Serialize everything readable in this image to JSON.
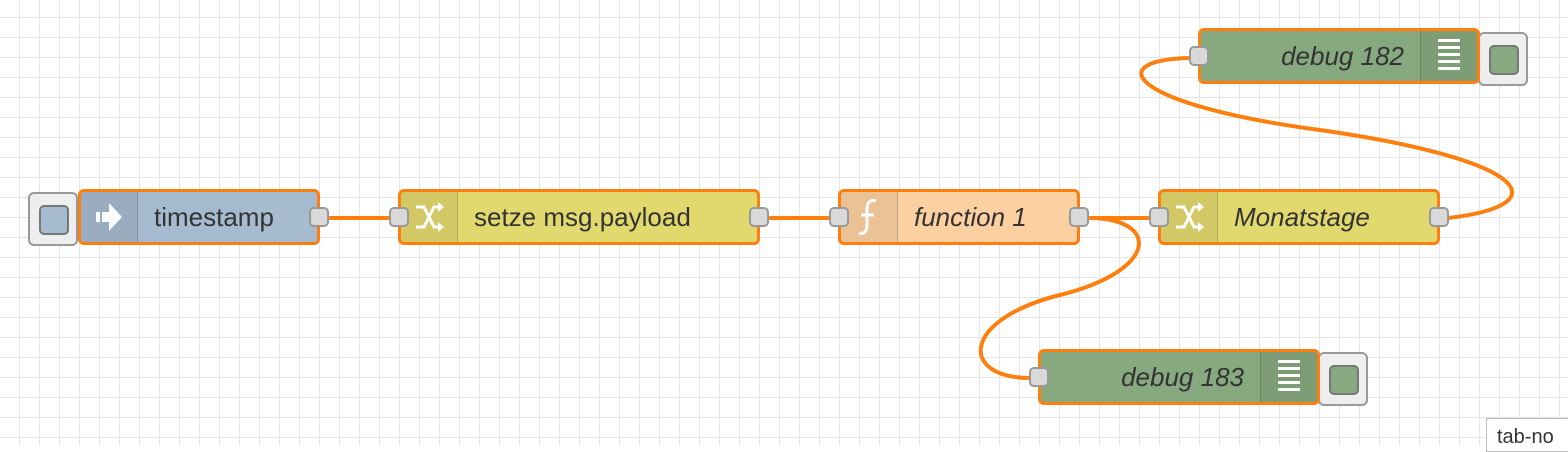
{
  "colors": {
    "wire": "#ff7f0e",
    "inject": "#a6bbcf",
    "change": "#e2d96e",
    "function": "#fdd0a2",
    "debug": "#87a980",
    "selected_border": "#ff7f0e"
  },
  "nodes": {
    "timestamp": {
      "label": "timestamp",
      "type": "inject",
      "icon": "arrow-in-icon"
    },
    "change1": {
      "label": "setze msg.payload",
      "type": "change",
      "icon": "shuffle-icon"
    },
    "function1": {
      "label": "function 1",
      "type": "function",
      "icon": "function-icon"
    },
    "change2": {
      "label": "Monatstage",
      "type": "change",
      "icon": "shuffle-icon"
    },
    "debug182": {
      "label": "debug 182",
      "type": "debug",
      "icon": "list-icon"
    },
    "debug183": {
      "label": "debug 183",
      "type": "debug",
      "icon": "list-icon"
    }
  },
  "tooltip": {
    "text": "tab-no"
  }
}
